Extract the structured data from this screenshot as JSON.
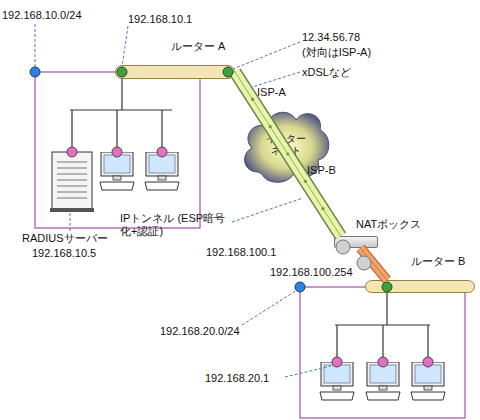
{
  "diagram": {
    "nodes": [
      {
        "text": [
          "ルーター A"
        ]
      },
      {
        "text": [
          "インター ネット"
        ]
      },
      {
        "text": [
          "NATボックス"
        ]
      },
      {
        "text": [
          "ルーター B"
        ]
      }
    ],
    "edges": [
      {
        "from": 0,
        "to": 2,
        "arrow": "none"
      },
      {
        "from": 2,
        "to": 3,
        "arrow": "none"
      }
    ],
    "labels": [
      "192.168.10.0/24",
      "192.168.10.1",
      "12.34.56.78",
      "(対向はISP-A)",
      "xDSLなど",
      "ISP-A",
      "ISP-B",
      "IPトンネル (ESP暗号化+認証)",
      "RADIUSサーバー",
      "192.168.10.5",
      "192.168.100.1",
      "192.168.100.254",
      "192.168.20.0/24",
      "192.168.20.1"
    ]
  }
}
